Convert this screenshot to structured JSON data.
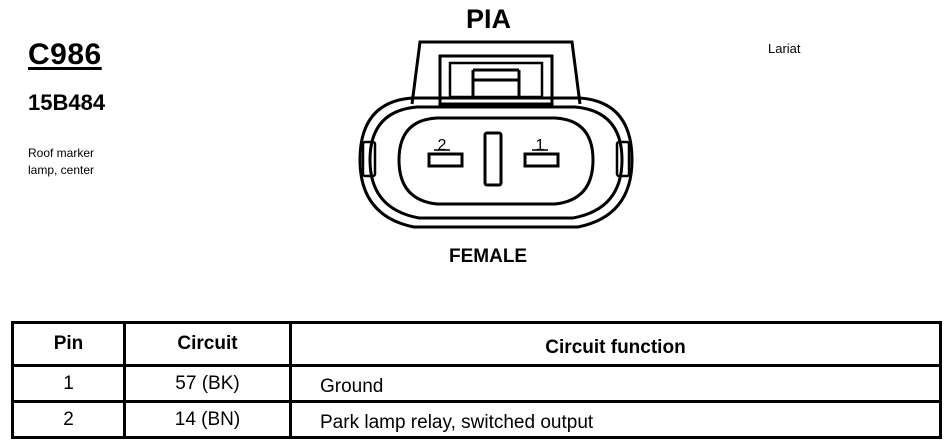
{
  "connector": {
    "id": "C986",
    "part_number": "15B484",
    "description_line1": "Roof marker",
    "description_line2": "lamp, center",
    "variant": "Lariat"
  },
  "diagram": {
    "title": "PIA",
    "gender": "FEMALE",
    "pins": [
      "2",
      "1"
    ]
  },
  "table": {
    "headers": {
      "pin": "Pin",
      "circuit": "Circuit",
      "function": "Circuit function"
    },
    "rows": [
      {
        "pin": "1",
        "circuit": "57 (BK)",
        "function": "Ground"
      },
      {
        "pin": "2",
        "circuit": "14 (BN)",
        "function": "Park lamp relay, switched output"
      }
    ]
  }
}
